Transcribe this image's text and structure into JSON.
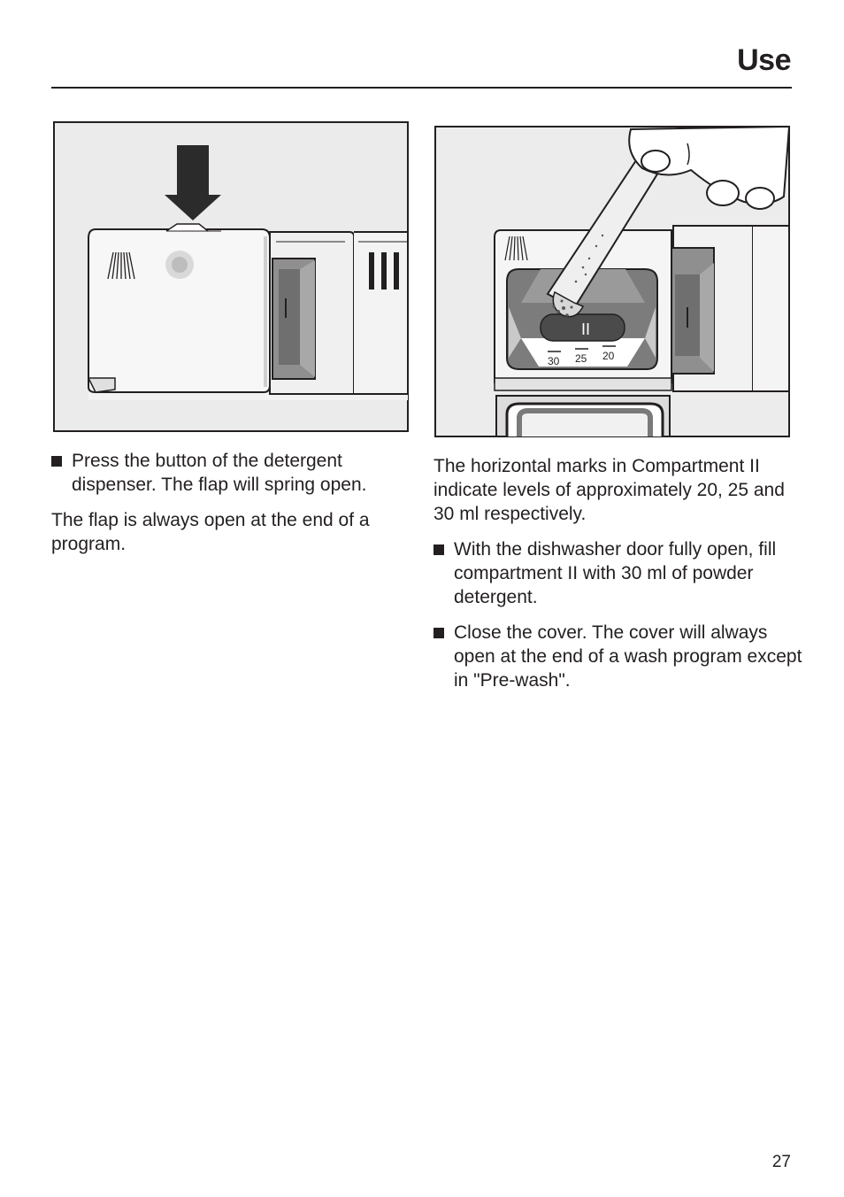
{
  "header": {
    "title": "Use"
  },
  "left_column": {
    "bullet_1": "Press the button of the detergent dispenser. The flap will spring open.",
    "paragraph_1": "The flap is always open at the end of a program."
  },
  "right_column": {
    "paragraph_1": "The horizontal marks in Compartment II indicate levels of approximately 20, 25 and 30 ml respectively.",
    "bullet_1": "With the dishwasher door fully open, fill compartment II with 30 ml of powder detergent.",
    "bullet_2": "Close the cover. The cover will always open at the end of a wash program except in \"Pre-wash\"."
  },
  "illustration_right": {
    "compartment_label": "II",
    "level_marks": [
      "30",
      "25",
      "20"
    ],
    "side_label": "I"
  },
  "footer": {
    "page_number": "27"
  }
}
